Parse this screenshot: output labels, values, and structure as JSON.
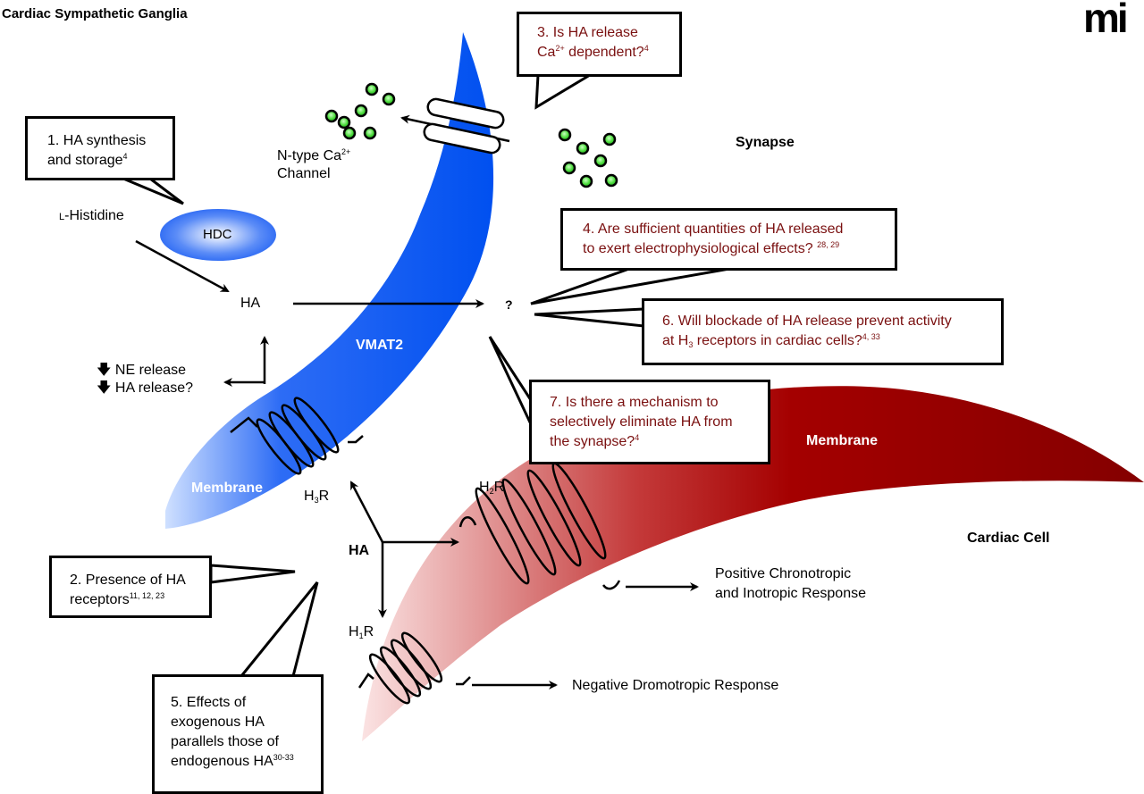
{
  "header": {
    "title": "Cardiac Sympathetic Ganglia",
    "logo": "mi"
  },
  "regions": {
    "synapse": "Synapse",
    "cardiac_cell": "Cardiac Cell",
    "presynaptic_membrane": "Membrane",
    "postsynaptic_membrane": "Membrane",
    "vmat2": "VMAT2"
  },
  "labels": {
    "l_histidine_prefix": "L",
    "l_histidine_rest": "-Histidine",
    "hdc": "HDC",
    "ha_intracellular": "HA",
    "ha_synaptic": "HA",
    "question_mark": "?",
    "n_type_channel_line1": "N-type Ca",
    "n_type_channel_sup": "2+",
    "n_type_channel_line2": "Channel",
    "ne_release": "NE release",
    "ha_release": "HA release?",
    "h3r_main": "H",
    "h3r_sub": "3",
    "h3r_end": "R",
    "h2r_main": "H",
    "h2r_sub": "2",
    "h2r_end": "R",
    "h1r_main": "H",
    "h1r_sub": "1",
    "h1r_end": "R",
    "positive_response_line1": "Positive Chronotropic",
    "positive_response_line2": "and Inotropic Response",
    "negative_response": "Negative Dromotropic Response"
  },
  "callouts": [
    {
      "id": "1",
      "lines": [
        "1. HA synthesis",
        "and storage"
      ],
      "sup": "4",
      "color": "#000000"
    },
    {
      "id": "2",
      "lines": [
        "2. Presence of HA",
        "receptors"
      ],
      "sup": "11, 12, 23",
      "color": "#000000"
    },
    {
      "id": "3",
      "line1": "3. Is HA release",
      "line2_pre": "Ca",
      "line2_sup": "2+",
      "line2_post": " dependent?",
      "sup": "4",
      "color": "#7a1010"
    },
    {
      "id": "4",
      "lines": [
        "4. Are sufficient quantities of HA released",
        "to exert electrophysiological effects? "
      ],
      "sup": "28, 29",
      "color": "#7a1010"
    },
    {
      "id": "5",
      "lines": [
        "5. Effects of",
        "exogenous HA",
        "parallels those of",
        "endogenous HA"
      ],
      "sup": "30-33",
      "color": "#000000"
    },
    {
      "id": "6",
      "line1": "6. Will blockade of HA release prevent activity",
      "line2_pre": "at H",
      "line2_sub": "3",
      "line2_post": " receptors in cardiac cells?",
      "sup": "4, 33",
      "color": "#7a1010"
    },
    {
      "id": "7",
      "lines": [
        "7. Is there a mechanism to",
        "selectively eliminate HA from",
        "the synapse?"
      ],
      "sup": "4",
      "color": "#7a1010"
    }
  ],
  "colors": {
    "presynaptic_blue": "#0050f0",
    "postsynaptic_red": "#8b0000",
    "vesicle_green": "#33cc33",
    "question_text": "#7a1010"
  }
}
